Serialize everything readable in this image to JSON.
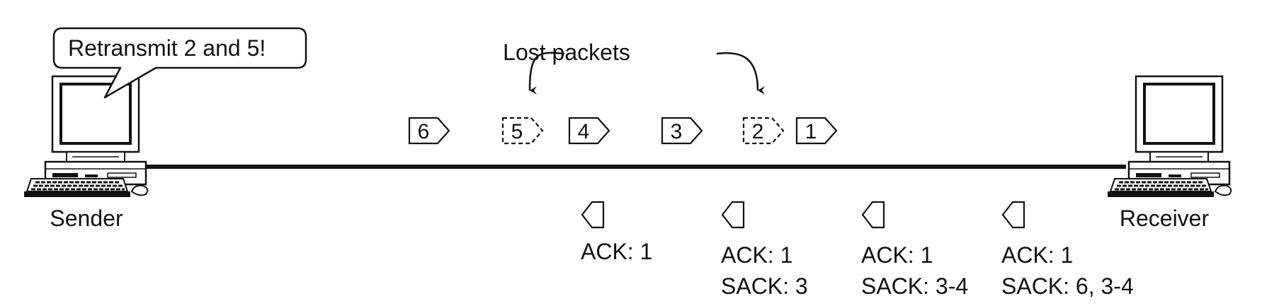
{
  "callout": {
    "text": "Retransmit 2 and 5!"
  },
  "lost_label": {
    "text": "Lost packets"
  },
  "sender": {
    "label": "Sender"
  },
  "receiver": {
    "label": "Receiver"
  },
  "packets": [
    {
      "number": "6",
      "lost": false
    },
    {
      "number": "5",
      "lost": true
    },
    {
      "number": "4",
      "lost": false
    },
    {
      "number": "3",
      "lost": false
    },
    {
      "number": "2",
      "lost": true
    },
    {
      "number": "1",
      "lost": false
    }
  ],
  "acks": [
    {
      "ack": "ACK: 1",
      "sack": ""
    },
    {
      "ack": "ACK: 1",
      "sack": "SACK: 3"
    },
    {
      "ack": "ACK: 1",
      "sack": "SACK: 3-4"
    },
    {
      "ack": "ACK: 1",
      "sack": "SACK: 6, 3-4"
    }
  ],
  "colors": {
    "stroke": "#111111",
    "background": "#ffffff"
  }
}
